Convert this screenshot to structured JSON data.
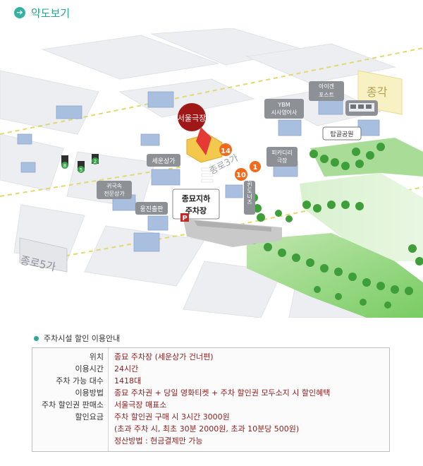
{
  "header": {
    "title": "약도보기",
    "icon": "arrow-right-icon"
  },
  "map": {
    "labels": {
      "jonggak": "종각",
      "jongno5ga": "종로5가",
      "jongno3ga": "종로3가",
      "seoul_theater": "서울극장",
      "aigen_post": "아이겐\n포스트",
      "ybm": "YBM\n시사영어사",
      "tapgol": "탑골공원",
      "piccadilly": "피카디리\n극장",
      "dunkin": "던킨도너츠",
      "sewoon": "세운상가",
      "jewelry": "귀국속\n전문상가",
      "ungjin": "웅진출판",
      "parking": "종묘지하\n주차장",
      "parking_mark": "P",
      "exit_14": "14",
      "exit_10": "10",
      "exit_1": "1",
      "exit_8": "8",
      "exit_5": "5",
      "exit_2": "2"
    },
    "colors": {
      "line1": "#2b5ea8",
      "line3": "#f26a1b",
      "line5": "#8b50a4",
      "theater": "#a01717",
      "grass": "#62c04e"
    }
  },
  "section": {
    "title": "주차시설 할인 이용안내"
  },
  "info_rows": [
    {
      "label": "위치",
      "value": "종묘 주차장 (세운상가 건너편)"
    },
    {
      "label": "이용시간",
      "value": "24시간"
    },
    {
      "label": "주차 가능 대수",
      "value": "1418대"
    },
    {
      "label": "이용방법",
      "value": "종묘 주차권 + 당일 영화티켓 + 주차 할인권 모두소지 시 할인혜택"
    },
    {
      "label": "주차 할인권 판매소",
      "value": "서울극장 매표소"
    },
    {
      "label": "할인요금",
      "value": "주차 할인권 구매 시 3시간 3000원"
    },
    {
      "label": "",
      "value": "(초과 주차 시, 최초 30분 2000원, 초과 10분당 500원)"
    },
    {
      "label": "",
      "value": "정산방법 : 현금결제만 가능"
    }
  ]
}
